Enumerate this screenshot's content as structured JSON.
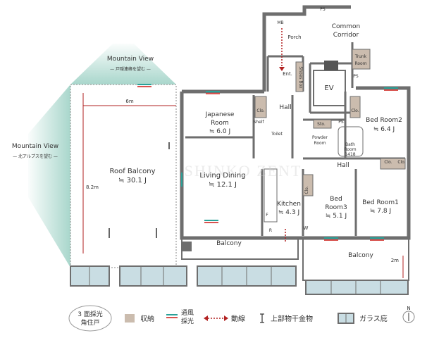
{
  "common_corridor": [
    "Common",
    "Corridor"
  ],
  "labels": {
    "ps_top": "PS",
    "mb": "MB",
    "porch": "Porch",
    "trunk_room": [
      "Trunk",
      "Room"
    ],
    "ent": "Ent.",
    "shoes_box": "Shoes Box",
    "ev": "EV",
    "ps_right": "PS",
    "hall_upper": "Hall",
    "hall_lower": "Hall",
    "clo": "Clo.",
    "shelf": "Shelf",
    "toilet": "Toilet",
    "sto": "Sto.",
    "ps_small": "PS",
    "powder_room": [
      "Powder",
      "Room"
    ],
    "bath_room": [
      "Bath",
      "Room",
      "1418"
    ],
    "fr": "F",
    "r": "R",
    "w": "W",
    "balcony_left": "Balcony",
    "balcony_right": "Balcony"
  },
  "rooms": [
    {
      "name": "Japanese",
      "name2": "Room",
      "size": "≒ 6.0 J"
    },
    {
      "name": "Bed Room2",
      "name2": "",
      "size": "≒ 6.4 J"
    },
    {
      "name": "Roof Balcony",
      "name2": "",
      "size": "≒ 30.1 J"
    },
    {
      "name": "Living Dining",
      "name2": "",
      "size": "≒ 12.1 J"
    },
    {
      "name": "Kitchen",
      "name2": "",
      "size": "≒ 4.3 J"
    },
    {
      "name": "Bed",
      "name2": "Room3",
      "size": "≒ 5.1 J"
    },
    {
      "name": "Bed Room1",
      "name2": "",
      "size": "≒ 7.8 J"
    }
  ],
  "views": {
    "top": {
      "title": "Mountain View",
      "sub": "— 戸隠連峰を望む —"
    },
    "left": {
      "title": "Mountain View",
      "sub": "— 北アルプスを望む —"
    }
  },
  "dimensions": {
    "width": "6m",
    "height": "8.2m",
    "balcony": "2m"
  },
  "watermark": "SHINKO ZENT",
  "legend": {
    "badge": [
      "3 面採光",
      "角住戸"
    ],
    "storage": "収納",
    "ventilation": [
      "通風",
      "採光"
    ],
    "flow": "動線",
    "hardware": "上部物干金物",
    "glass": "ガラス庇",
    "north": "N"
  },
  "colors": {
    "wall": "#6e6e6e",
    "storage": "#cbbcae",
    "mountain": "#b9ded5",
    "vent_a": "#2aa198",
    "vent_b": "#d9534f",
    "flow": "#b22222",
    "glass": "#c9dde3"
  }
}
